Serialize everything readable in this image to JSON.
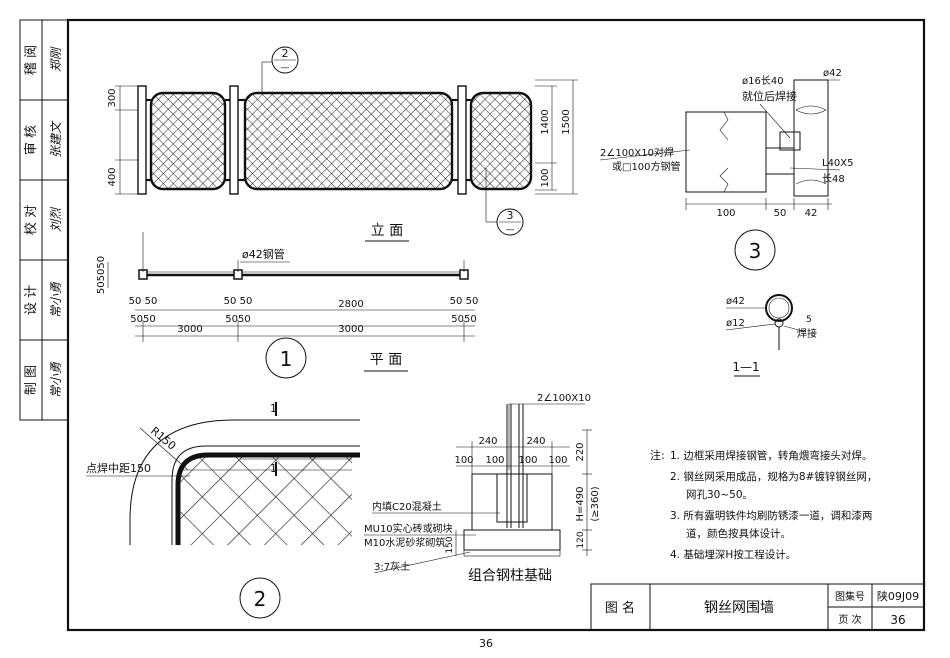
{
  "side_block": {
    "rows": [
      {
        "role": "稽 阅",
        "signature": "郑刚"
      },
      {
        "role": "审 核",
        "signature": "张建文"
      },
      {
        "role": "校 对",
        "signature": "刘烈"
      },
      {
        "role": "设 计",
        "signature": "常小勇"
      },
      {
        "role": "制 图",
        "signature": "常小勇"
      }
    ]
  },
  "elevation": {
    "caption": "立  面",
    "callout_top": "2",
    "callout_bottom": "3",
    "dim_left_top": "300",
    "dim_left_bottom": "400",
    "dim_right_1400": "1400",
    "dim_right_1500": "1500",
    "dim_right_100": "100"
  },
  "plan": {
    "caption": "平  面",
    "pipe_label": "ø42钢管",
    "dim_505050": "505050",
    "dim_a": "50 50",
    "dim_b": "50 50",
    "dim_c": "50 50",
    "dim_2800": "2800",
    "dim_row2_a": "5050",
    "dim_row2_b": "5050",
    "dim_row2_c": "5050",
    "dim_3000_a": "3000",
    "dim_3000_b": "3000",
    "detail_number": "1"
  },
  "detail3": {
    "lbl_rod": "ø16长40",
    "lbl_weld": "就位后焊接",
    "lbl_pipe42": "ø42",
    "lbl_angle": "2∠100X10对焊",
    "lbl_square": "或□100方钢管",
    "lbl_L40": "L40X5",
    "lbl_len48": "长48",
    "dim_100": "100",
    "dim_50": "50",
    "dim_42": "42",
    "number": "3"
  },
  "section11": {
    "lbl_pipe42": "ø42",
    "lbl_12": "ø12",
    "lbl_5": "5",
    "lbl_weld": "焊接",
    "caption": "1—1"
  },
  "detail2": {
    "radius": "R150",
    "spot_weld": "点焊中距150",
    "section_mark_a": "1",
    "section_mark_b": "1",
    "number": "2"
  },
  "foundation": {
    "top_label": "2∠100X10",
    "dim_240_a": "240",
    "dim_240_b": "240",
    "dims_100": [
      "100",
      "100",
      "100",
      "100"
    ],
    "dim_220": "220",
    "dim_h": "H=490",
    "dim_h2": "(≥360)",
    "dim_120": "120",
    "dim_150": "150",
    "lbl_concrete": "内填C20混凝土",
    "lbl_brick": "MU10实心砖或砌块",
    "lbl_mortar": "M10水泥砂浆砌筑",
    "lbl_lime": "3:7灰土",
    "caption": "组合钢柱基础"
  },
  "notes": {
    "title": "注:",
    "items": [
      "1. 边框采用焊接钢管，转角煨弯接头对焊。",
      "2. 钢丝网采用成品，规格为8#镀锌钢丝网，",
      "网孔30~50。",
      "3. 所有露明铁件均刷防锈漆一道，调和漆两",
      "道，颜色按具体设计。",
      "4. 基础埋深H按工程设计。"
    ]
  },
  "title_block": {
    "label_name": "图  名",
    "drawing_name": "钢丝网围墙",
    "label_atlas": "图集号",
    "atlas_no": "陕09J09",
    "label_page": "页  次",
    "page_no": "36"
  },
  "footer_page": "36"
}
